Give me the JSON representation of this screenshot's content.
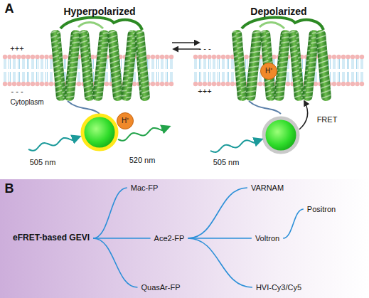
{
  "diagram": {
    "nodes": [
      {
        "text": [
          "H⁺"
        ]
      },
      {
        "text": [
          "H⁺"
        ]
      },
      {
        "text": [
          "eFRET-based GEVI"
        ]
      },
      {
        "text": [
          "Mac-FP"
        ]
      },
      {
        "text": [
          "Ace2-FP"
        ]
      },
      {
        "text": [
          "QuasAr-FP"
        ]
      },
      {
        "text": [
          "VARNAM"
        ]
      },
      {
        "text": [
          "Positron"
        ]
      },
      {
        "text": [
          "Voltron"
        ]
      },
      {
        "text": [
          "HVI-Cy3/Cy5"
        ]
      }
    ],
    "edges": [
      {
        "from": 2,
        "to": 3,
        "arrow": "none"
      },
      {
        "from": 2,
        "to": 4,
        "arrow": "none"
      },
      {
        "from": 2,
        "to": 5,
        "arrow": "none"
      },
      {
        "from": 4,
        "to": 6,
        "arrow": "none"
      },
      {
        "from": 4,
        "to": 8,
        "arrow": "none"
      },
      {
        "from": 4,
        "to": 9,
        "arrow": "none"
      },
      {
        "from": 8,
        "to": 7,
        "arrow": "none"
      }
    ],
    "labels": [
      "A",
      "Hyperpolarized",
      "Depolarized",
      "+++",
      "- - -",
      "Cytoplasm",
      "505 nm",
      "520 nm",
      "- - -",
      "+++",
      "505 nm",
      "FRET",
      "B"
    ]
  }
}
